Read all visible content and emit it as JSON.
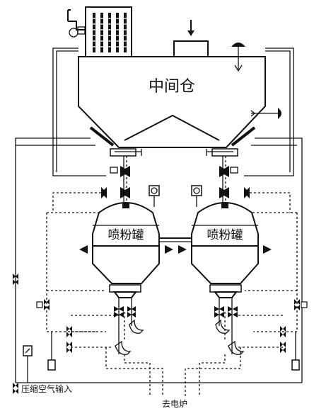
{
  "labels": {
    "intermediate_bin": "中间仓",
    "tank_left": "喷粉罐",
    "tank_right": "喷粉罐",
    "air_input": "压缩空气输入",
    "to_furnace": "去电炉"
  },
  "colors": {
    "line": "#111111",
    "background": "#ffffff"
  }
}
